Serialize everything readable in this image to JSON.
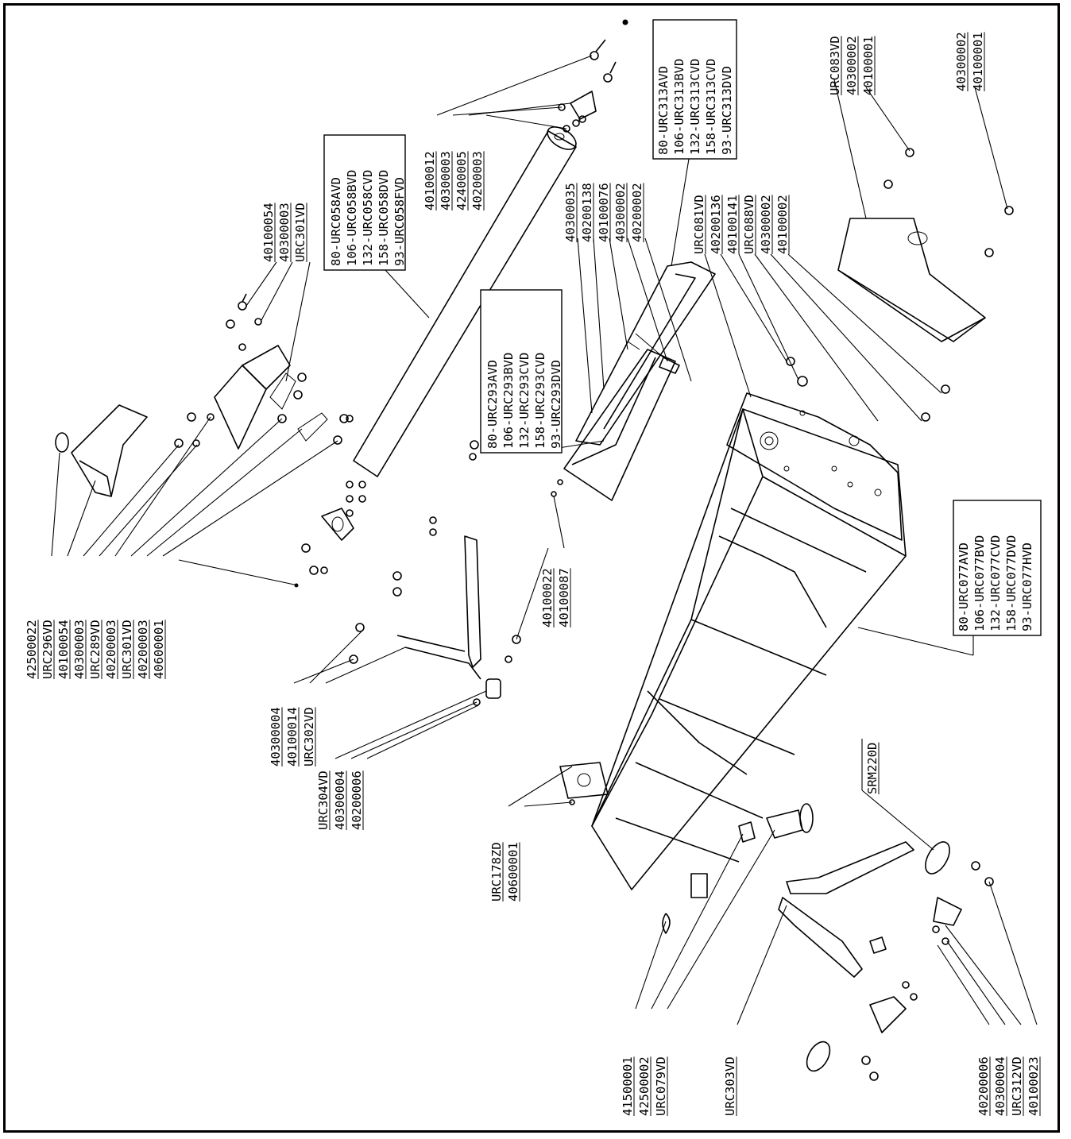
{
  "label_groups": [
    {
      "id": "g-left-top",
      "lines": [
        "42500022",
        "URC296VD",
        "40100054",
        "40300003",
        "URC289VD",
        "40200003",
        "URC301VD",
        "40200003",
        "40600001"
      ]
    },
    {
      "id": "g-bracket-top",
      "lines": [
        "40100054",
        "40300003",
        "URC301VD"
      ]
    },
    {
      "id": "g-tube",
      "lines": [
        "80-URC058AVD",
        "106-URC058BVD",
        "132-URC058CVD",
        "158-URC058DVD",
        "93-URC058FVD"
      ],
      "boxed": true
    },
    {
      "id": "g-cap",
      "lines": [
        "40100012",
        "40300003",
        "42400005",
        "40200003"
      ]
    },
    {
      "id": "g-skid",
      "lines": [
        "80-URC293AVD",
        "106-URC293BVD",
        "132-URC293CVD",
        "158-URC293CVD",
        "93-URC293DVD"
      ],
      "boxed": true
    },
    {
      "id": "g-skid-bolts",
      "lines": [
        "40300035",
        "40200138",
        "40100076",
        "40300002",
        "40200002"
      ]
    },
    {
      "id": "g-rail",
      "lines": [
        "80-URC313AVD",
        "106-URC313BVD",
        "132-URC313CVD",
        "158-URC313CVD",
        "93-URC313DVD"
      ],
      "boxed": true
    },
    {
      "id": "g-endplate",
      "lines": [
        "URC081VD",
        "40200136",
        "40100141",
        "URC088VD",
        "40300002",
        "40100002"
      ]
    },
    {
      "id": "g-cover-a",
      "lines": [
        "URC083VD",
        "40300002",
        "40100001"
      ]
    },
    {
      "id": "g-cover-b",
      "lines": [
        "40300002",
        "40100001"
      ]
    },
    {
      "id": "g-housing",
      "lines": [
        "80-URC077AVD",
        "106-URC077BVD",
        "132-URC077CVD",
        "158-URC077DVD",
        "93-URC077HVD"
      ],
      "boxed": true
    },
    {
      "id": "g-pin",
      "lines": [
        "40100022",
        "40100087"
      ]
    },
    {
      "id": "g-strap",
      "lines": [
        "40300004",
        "40100014",
        "URC302VD"
      ]
    },
    {
      "id": "g-spacer",
      "lines": [
        "URC304VD",
        "40300004",
        "40200006"
      ]
    },
    {
      "id": "g-srm",
      "lines": [
        "SRM220D"
      ]
    },
    {
      "id": "g-plate",
      "lines": [
        "URC178ZD",
        "40600001"
      ]
    },
    {
      "id": "g-shaft",
      "lines": [
        "41500001",
        "42500002",
        "URC079VD"
      ]
    },
    {
      "id": "g-arm",
      "lines": [
        "URC303VD"
      ]
    },
    {
      "id": "g-arm-bolts",
      "lines": [
        "40200006",
        "40300004",
        "URC312VD",
        "40100023"
      ]
    }
  ]
}
